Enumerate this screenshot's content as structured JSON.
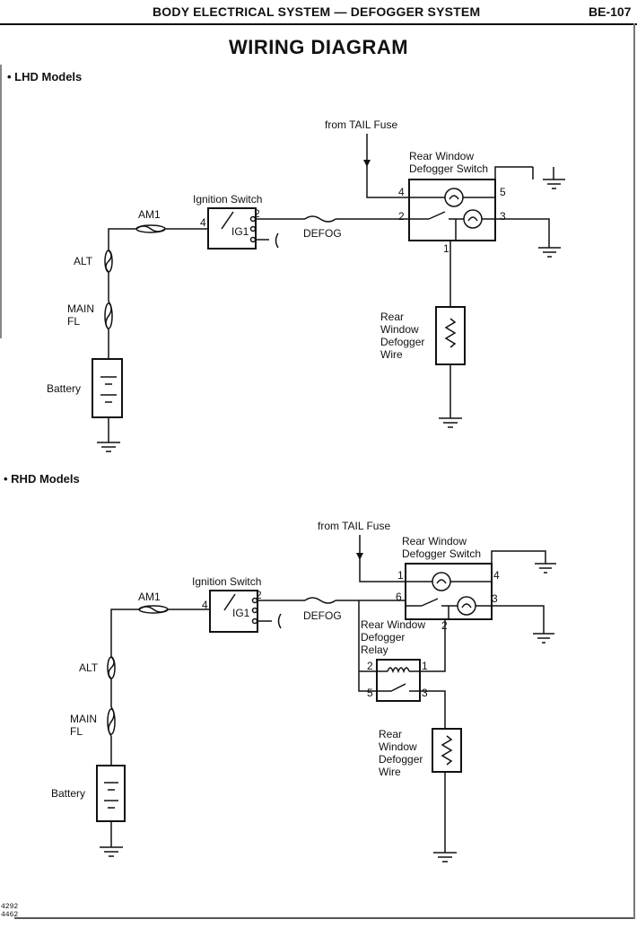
{
  "header": {
    "section": "BODY ELECTRICAL SYSTEM  —  DEFOGGER SYSTEM",
    "page_number": "BE-107"
  },
  "title": "WIRING DIAGRAM",
  "lhd": {
    "section_label": "• LHD Models",
    "labels": {
      "from_tail_fuse": "from TAIL Fuse",
      "switch_line1": "Rear Window",
      "switch_line2": "Defogger Switch",
      "ignition_switch": "Ignition Switch",
      "ig1": "IG1",
      "am1": "AM1",
      "defog": "DEFOG",
      "alt": "ALT",
      "main": "MAIN",
      "fl": "FL",
      "battery": "Battery",
      "wire_line1": "Rear",
      "wire_line2": "Window",
      "wire_line3": "Defogger",
      "wire_line4": "Wire"
    },
    "pins": {
      "ign_4": "4",
      "ign_2": "2",
      "sw_4": "4",
      "sw_5": "5",
      "sw_2": "2",
      "sw_3": "3",
      "sw_1": "1"
    }
  },
  "rhd": {
    "section_label": "• RHD Models",
    "labels": {
      "from_tail_fuse": "from TAIL Fuse",
      "switch_line1": "Rear Window",
      "switch_line2": "Defogger Switch",
      "ignition_switch": "Ignition Switch",
      "ig1": "IG1",
      "am1": "AM1",
      "defog": "DEFOG",
      "alt": "ALT",
      "main": "MAIN",
      "fl": "FL",
      "battery": "Battery",
      "relay_line1": "Rear Window",
      "relay_line2": "Defogger",
      "relay_line3": "Relay",
      "wire_line1": "Rear",
      "wire_line2": "Window",
      "wire_line3": "Defogger",
      "wire_line4": "Wire"
    },
    "pins": {
      "ign_4": "4",
      "ign_2": "2",
      "sw_1": "1",
      "sw_4": "4",
      "sw_6": "6",
      "sw_3": "3",
      "sw_2": "2",
      "relay_2": "2",
      "relay_1": "1",
      "relay_5": "5",
      "relay_3": "3"
    }
  },
  "footer": {
    "code_line1": "4292",
    "code_line2": "4462"
  }
}
